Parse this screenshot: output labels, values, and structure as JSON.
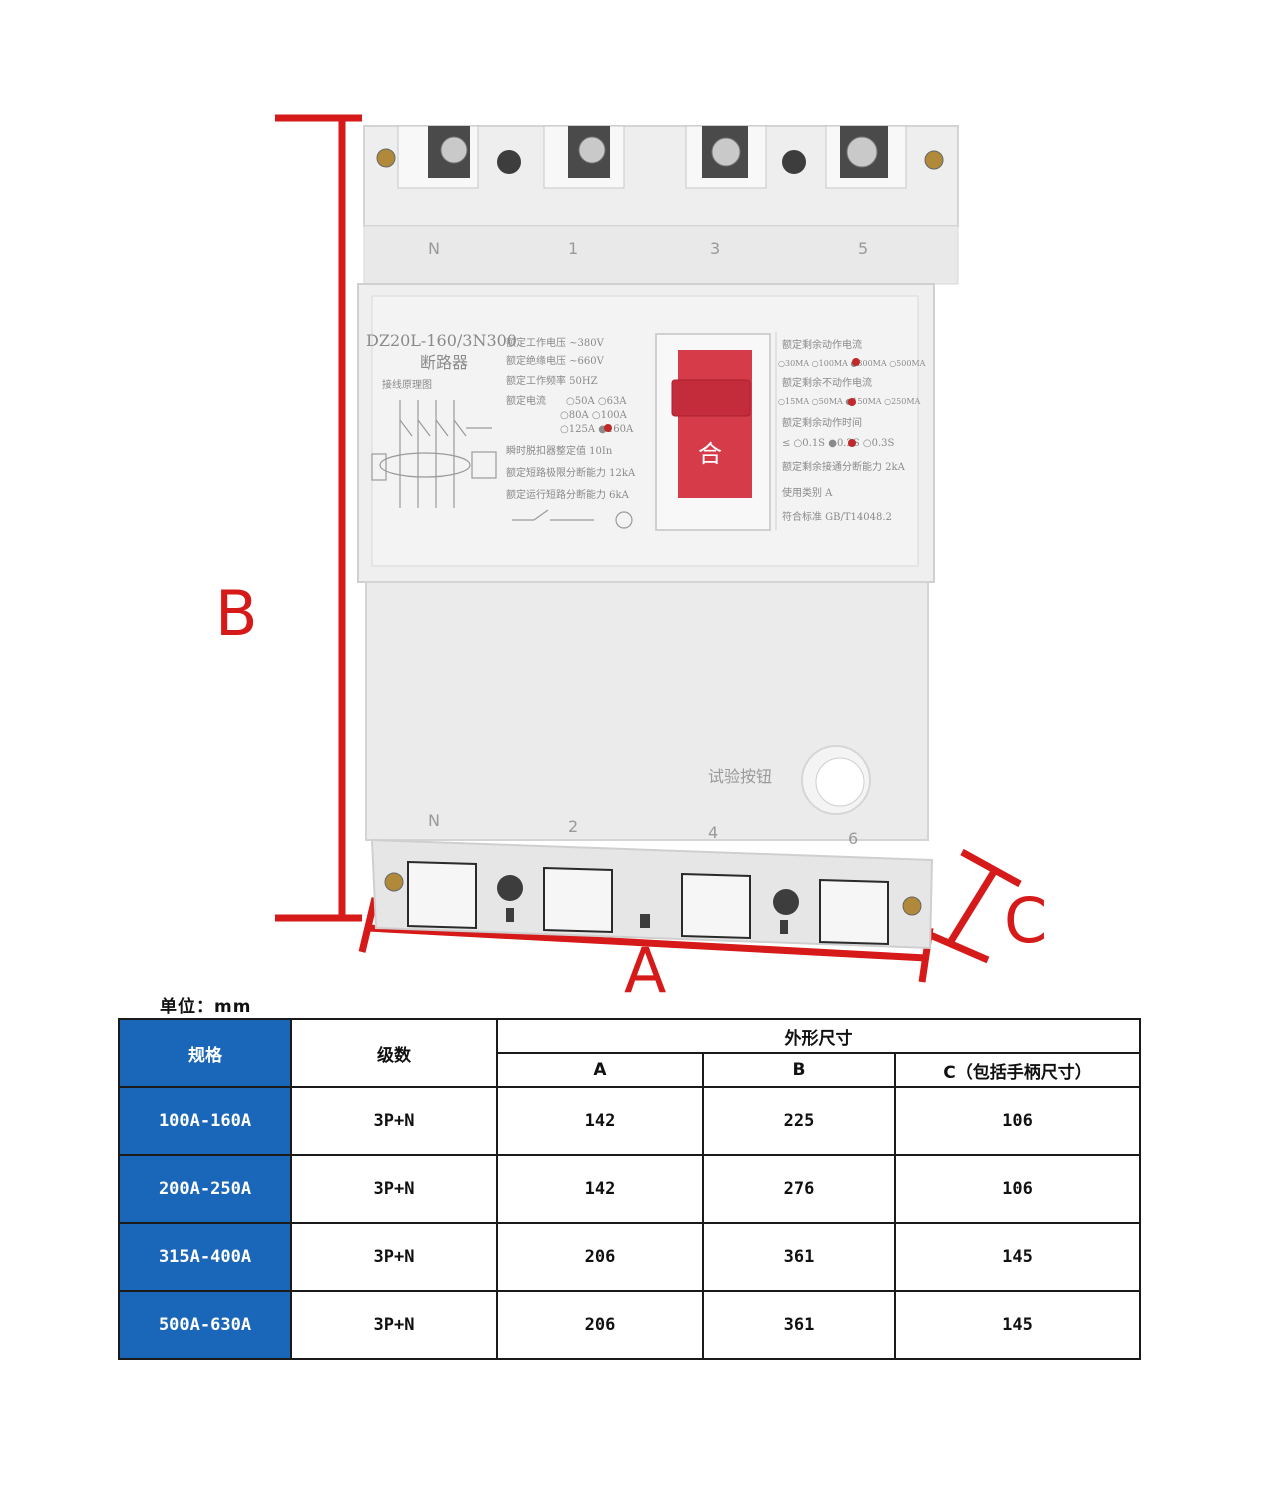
{
  "figure": {
    "dimension_labels": {
      "a": "A",
      "b": "B",
      "c": "C"
    },
    "colors": {
      "dimension_line": "#d61a1a",
      "handle": "#d63b4a",
      "body": "#ececec",
      "table_header_blue": "#1a66b8"
    },
    "device": {
      "model": "DZ20L-160/3N300",
      "type": "断路器",
      "handle_label": "合",
      "test_button_label": "试验按钮",
      "top_terminal_labels": [
        "N",
        "1",
        "3",
        "5"
      ],
      "bottom_terminal_labels": [
        "N",
        "2",
        "4",
        "6"
      ],
      "plate_left_lines": [
        "额定工作电压 ~380V",
        "额定绝缘电压 ~660V",
        "额定工作频率 50HZ"
      ],
      "current_options": [
        "○50A ○63A",
        "○80A ○100A",
        "○125A ●160A"
      ],
      "current_label": "额定电流",
      "extra_lines": [
        "瞬时脱扣器整定值 10In",
        "额定短路极限分断能力 12kA",
        "额定运行短路分断能力 6kA"
      ],
      "right_plate_lines": [
        "额定剩余动作电流",
        "○30MA ○100MA ●300MA ○500MA",
        "额定剩余不动作电流",
        "○15MA ○50MA ●150MA ○250MA",
        "额定剩余动作时间",
        "≤ ○0.1S ●0.2S ○0.3S",
        "额定剩余接通分断能力 2kA",
        "使用类别 A",
        "符合标准 GB/T14048.2"
      ],
      "diagram_label": "接线原理图"
    }
  },
  "unit_label": "单位：mm",
  "table": {
    "header": {
      "spec": "规格",
      "poles": "级数",
      "dimensions": "外形尺寸",
      "a": "A",
      "b": "B",
      "c": "C（包括手柄尺寸）"
    },
    "rows": [
      {
        "spec": "100A-160A",
        "poles": "3P+N",
        "a": "142",
        "b": "225",
        "c": "106"
      },
      {
        "spec": "200A-250A",
        "poles": "3P+N",
        "a": "142",
        "b": "276",
        "c": "106"
      },
      {
        "spec": "315A-400A",
        "poles": "3P+N",
        "a": "206",
        "b": "361",
        "c": "145"
      },
      {
        "spec": "500A-630A",
        "poles": "3P+N",
        "a": "206",
        "b": "361",
        "c": "145"
      }
    ]
  }
}
